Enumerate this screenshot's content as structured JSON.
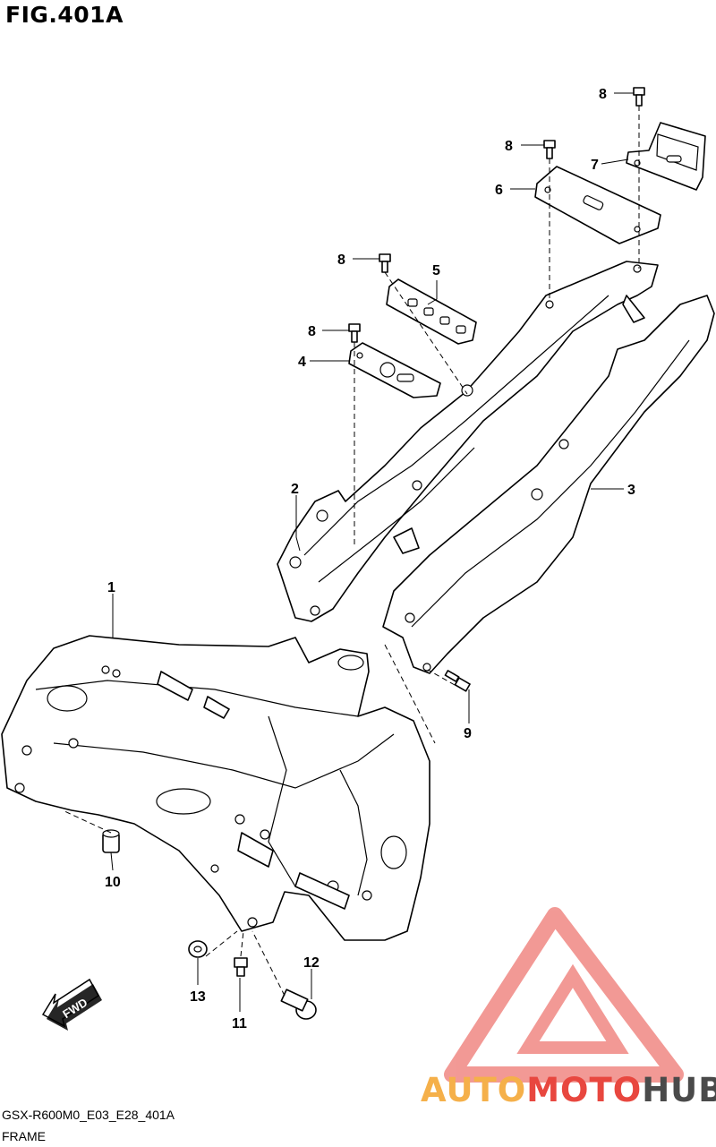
{
  "title": "FIG.401A",
  "callouts": {
    "p1": "1",
    "p2": "2",
    "p3": "3",
    "p4": "4",
    "p5": "5",
    "p6": "6",
    "p7": "7",
    "p8a": "8",
    "p8b": "8",
    "p8c": "8",
    "p8d": "8",
    "p9": "9",
    "p10": "10",
    "p11": "11",
    "p12": "12",
    "p13": "13"
  },
  "fwd_label": "FWD",
  "footer": {
    "code": "GSX-R600M0_E03_E28_401A",
    "name": "FRAME"
  },
  "watermark": {
    "part1": "AUTO",
    "part2": "MOTO",
    "part3": "HUB",
    "colors": {
      "triangle": "#e8473f",
      "auto": "#f5b04a",
      "moto": "#e8473f",
      "hub": "#4a4a4a"
    }
  }
}
